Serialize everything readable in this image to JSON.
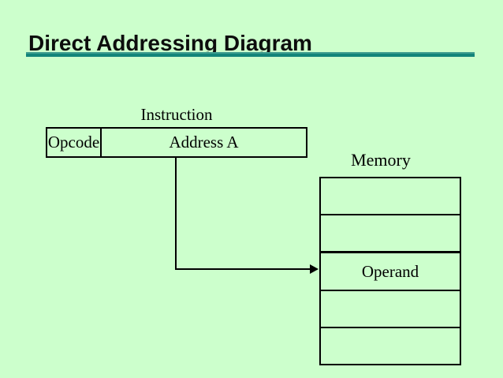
{
  "slide": {
    "title": "Direct Addressing Diagram"
  },
  "diagram": {
    "instruction": {
      "label": "Instruction",
      "fields": [
        {
          "label": "Opcode"
        },
        {
          "label": "Address A"
        }
      ]
    },
    "memory": {
      "label": "Memory",
      "rows": [
        "",
        "",
        "Operand",
        "",
        ""
      ],
      "operand_row_index": 2
    }
  },
  "colors": {
    "background": "#ccffcc",
    "title_text": "#0d0d0d",
    "title_underline": "#12857a",
    "diagram_line": "#000000"
  }
}
